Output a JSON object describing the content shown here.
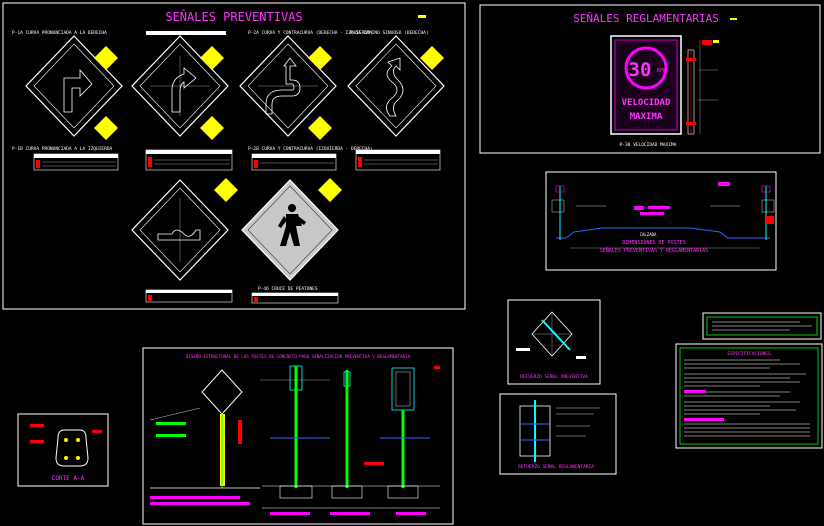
{
  "colors": {
    "background": "#000000",
    "frame": "#ffffff",
    "title": "#ff33ff",
    "sign_yellow": "#ffff00",
    "magenta": "#ff00ff",
    "cyan": "#00ffff",
    "green": "#00ff00",
    "red": "#ff0000",
    "blue": "#3366ff"
  },
  "preventive": {
    "title": "SEÑALES PREVENTIVAS",
    "labels": [
      "P-1A CURVA PRONUNCIADA A LA DERECHA",
      "P-2A CURVA Y CONTRACURVA (DERECHA - IZQUIERDA)",
      "P-5A CAMINO SINUOSO (DERECHA)",
      "P-1B CURVA PRONUNCIADA A LA IZQUIERDA",
      "P-2B CURVA Y CONTRACURVA (IZQUIERDA - DERECHA)",
      "P-46 CRUCE DE PEATONES"
    ]
  },
  "regulatory": {
    "title": "SEÑALES REGLAMENTARIAS",
    "speed_number": "30",
    "speed_unit": "KPH",
    "speed_line1": "VELOCIDAD",
    "speed_line2": "MAXIMA",
    "caption": "R-30 VELOCIDAD MAXIMA"
  },
  "section": {
    "caption1": "DIMENSIONES DE POSTES",
    "caption2": "SEÑALES PREVENTIVAS Y REGLAMENTARIAS",
    "road": "CALZADA"
  },
  "details": {
    "corte_caption": "CORTE A-A",
    "refuerzo_preventiva": "REFUERZO SEÑAL PREVENTIVA",
    "refuerzo_reglamentaria": "REFUERZO SEÑAL REGLAMENTARIA",
    "mounting_title": "DISEÑO ESTRUCTURAL DE LOS POSTES DE CONCRETO PARA SEÑALIZACION PREVENTIVA Y REGLAMENTARIA",
    "notes_title": "ESPECIFICACIONES"
  }
}
